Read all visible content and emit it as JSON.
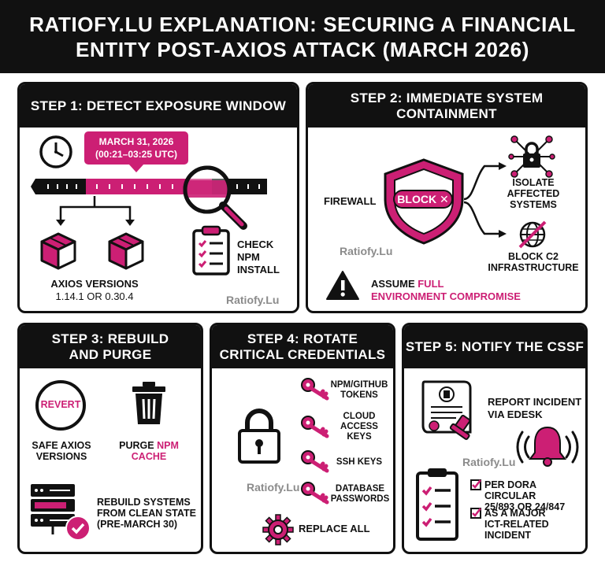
{
  "title": {
    "line1": "RATIOFY.LU EXPLANATION: SECURING A FINANCIAL",
    "line2": "ENTITY POST-AXIOS ATTACK (MARCH 2026)"
  },
  "watermark": "Ratiofy.Lu",
  "colors": {
    "accent": "#cc1f74",
    "dark": "#111111",
    "background": "#ffffff"
  },
  "step1": {
    "heading": "STEP 1: DETECT EXPOSURE WINDOW",
    "window_date": "MARCH 31, 2026",
    "window_time": "(00:21–03:25 UTC)",
    "versions_line1": "AXIOS VERSIONS",
    "versions_line2": "1.14.1 OR 0.30.4",
    "check_line1": "CHECK",
    "check_line2": "NPM",
    "check_line3": "INSTALL",
    "icons": [
      "clock-icon",
      "magnifier-icon",
      "package-icon",
      "clipboard-icon"
    ]
  },
  "step2": {
    "heading_line1": "STEP 2: IMMEDIATE SYSTEM",
    "heading_line2": "CONTAINMENT",
    "firewall": "FIREWALL",
    "block": "BLOCK",
    "isolate_line1": "ISOLATE",
    "isolate_line2": "AFFECTED",
    "isolate_line3": "SYSTEMS",
    "blockc2_line1": "BLOCK C2",
    "blockc2_line2": "INFRASTRUCTURE",
    "assume_prefix": "ASSUME ",
    "assume_highlight1": "FULL",
    "assume_highlight2": "ENVIRONMENT COMPROMISE"
  },
  "step3": {
    "heading_line1": "STEP 3: REBUILD",
    "heading_line2": "AND PURGE",
    "revert": "REVERT",
    "safe_line1": "SAFE AXIOS",
    "safe_line2": "VERSIONS",
    "purge_prefix": "PURGE ",
    "purge_highlight": "NPM",
    "purge_line2": "CACHE",
    "rebuild_line1": "REBUILD SYSTEMS",
    "rebuild_line2": "FROM CLEAN STATE",
    "rebuild_line3": "(PRE-MARCH 30)"
  },
  "step4": {
    "heading_line1": "STEP 4: ROTATE",
    "heading_line2": "CRITICAL CREDENTIALS",
    "credentials": [
      {
        "line1": "NPM/GITHUB",
        "line2": "TOKENS"
      },
      {
        "line1": "CLOUD",
        "line2": "ACCESS",
        "line3": "KEYS"
      },
      {
        "line1": "SSH KEYS"
      },
      {
        "line1": "DATABASE",
        "line2": "PASSWORDS"
      }
    ],
    "replace_all": "REPLACE ALL"
  },
  "step5": {
    "heading": "STEP 5: NOTIFY THE CSSF",
    "report_line1": "REPORT INCIDENT",
    "report_line2": "VIA EDESK",
    "dora_line1": "PER DORA CIRCULAR",
    "dora_line2": "25/893 OR 24/847",
    "major_line1": "AS A MAJOR",
    "major_line2": "ICT-RELATED",
    "major_line3": "INCIDENT"
  }
}
